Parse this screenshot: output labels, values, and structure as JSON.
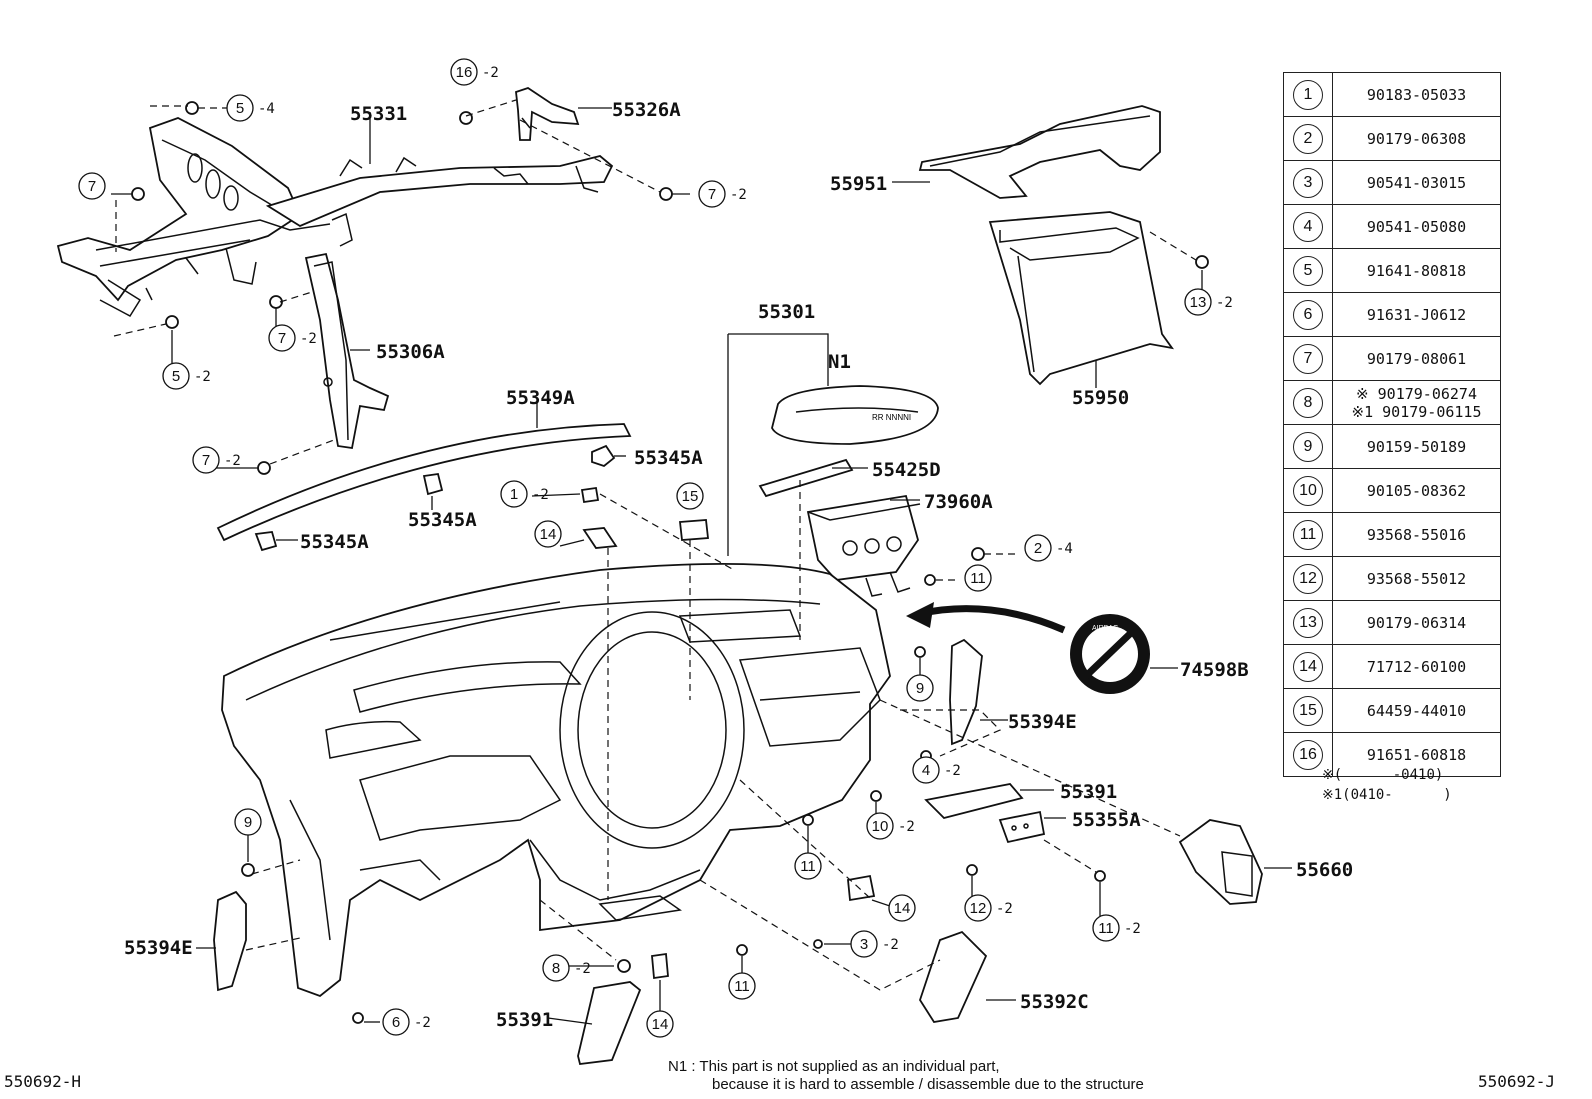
{
  "page": {
    "ref_left": "550692-H",
    "ref_right": "550692-J"
  },
  "callouts": {
    "p55331": "55331",
    "p55326A": "55326A",
    "p55306A": "55306A",
    "p55349A": "55349A",
    "p55345A_top": "55345A",
    "p55345A_mid": "55345A",
    "p55345A_low": "55345A",
    "p55301": "55301",
    "n1": "N1",
    "p55425D": "55425D",
    "p73960A": "73960A",
    "p55951": "55951",
    "p55950": "55950",
    "p74598B": "74598B",
    "p55394E_right": "55394E",
    "p55394E_left": "55394E",
    "p55391_right": "55391",
    "p55391_left": "55391",
    "p55355A": "55355A",
    "p55660": "55660",
    "p55392C": "55392C"
  },
  "circle_refs": [
    {
      "num": "5",
      "qty": "-4"
    },
    {
      "num": "16",
      "qty": "-2"
    },
    {
      "num": "7",
      "qty": ""
    },
    {
      "num": "7",
      "qty": "-2"
    },
    {
      "num": "7",
      "qty": "-2"
    },
    {
      "num": "5",
      "qty": "-2"
    },
    {
      "num": "7",
      "qty": "-2"
    },
    {
      "num": "1",
      "qty": "-2"
    },
    {
      "num": "14",
      "qty": ""
    },
    {
      "num": "15",
      "qty": ""
    },
    {
      "num": "2",
      "qty": "-4"
    },
    {
      "num": "11",
      "qty": ""
    },
    {
      "num": "13",
      "qty": "-2"
    },
    {
      "num": "9",
      "qty": ""
    },
    {
      "num": "4",
      "qty": "-2"
    },
    {
      "num": "10",
      "qty": "-2"
    },
    {
      "num": "11",
      "qty": ""
    },
    {
      "num": "9",
      "qty": ""
    },
    {
      "num": "14",
      "qty": ""
    },
    {
      "num": "12",
      "qty": "-2"
    },
    {
      "num": "11",
      "qty": "-2"
    },
    {
      "num": "3",
      "qty": "-2"
    },
    {
      "num": "8",
      "qty": "-2"
    },
    {
      "num": "11",
      "qty": ""
    },
    {
      "num": "14",
      "qty": ""
    },
    {
      "num": "6",
      "qty": "-2"
    }
  ],
  "parts_table": [
    {
      "key": "1",
      "parts": [
        "90183-05033"
      ]
    },
    {
      "key": "2",
      "parts": [
        "90179-06308"
      ]
    },
    {
      "key": "3",
      "parts": [
        "90541-03015"
      ]
    },
    {
      "key": "4",
      "parts": [
        "90541-05080"
      ]
    },
    {
      "key": "5",
      "parts": [
        "91641-80818"
      ]
    },
    {
      "key": "6",
      "parts": [
        "91631-J0612"
      ]
    },
    {
      "key": "7",
      "parts": [
        "90179-08061"
      ]
    },
    {
      "key": "8",
      "parts": [
        "※ 90179-06274",
        "※1 90179-06115"
      ]
    },
    {
      "key": "9",
      "parts": [
        "90159-50189"
      ]
    },
    {
      "key": "10",
      "parts": [
        "90105-08362"
      ]
    },
    {
      "key": "11",
      "parts": [
        "93568-55016"
      ]
    },
    {
      "key": "12",
      "parts": [
        "93568-55012"
      ]
    },
    {
      "key": "13",
      "parts": [
        "90179-06314"
      ]
    },
    {
      "key": "14",
      "parts": [
        "71712-60100"
      ]
    },
    {
      "key": "15",
      "parts": [
        "64459-44010"
      ]
    },
    {
      "key": "16",
      "parts": [
        "91651-60818"
      ]
    }
  ],
  "footnotes": {
    "line1": "※(      -0410)",
    "line2": "※1(0410-      )"
  },
  "note_n1": {
    "line1": "N1 :  This part is not supplied as an individual part,",
    "line2": "because it is hard to assemble / disassemble due to the structure"
  }
}
